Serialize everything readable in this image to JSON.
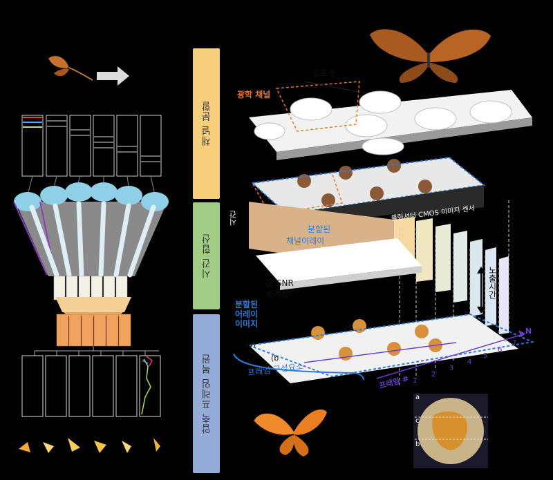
{
  "bands": {
    "channel_split": "채널 분할",
    "time_integration": "시간 합산",
    "compressed_frame_recovery": "압축 프레임 복원"
  },
  "labels": {
    "offset": "오프셋",
    "optical_channel": "광학 채널",
    "time_axis": "시간",
    "sensor": "롤링셔터 CMOS 이미지 센서",
    "divided_channel_array_1": "분할된",
    "divided_channel_array_2": "채널어레이",
    "low_snr_1": "은 SNR",
    "low_snr_2": "흐려짐)",
    "divided_array_image_1": "분할된",
    "divided_array_image_2": "어레이",
    "divided_array_image_3": "이미지",
    "exposure_time": "노출시간",
    "frame_component": "프레임 구성요소",
    "frame_count": "프레임 #",
    "axis_n": "N",
    "frame_numbers": [
      "1",
      "2",
      "3",
      "4",
      "5",
      "6",
      "7"
    ],
    "marker_a": "(a)",
    "marker_b": "(b",
    "inset_a": "a",
    "inset_c": "c",
    "inset_b": "b"
  },
  "colors": {
    "band_yellow": "#f7cf7a",
    "band_green": "#a2cd84",
    "band_blue": "#93acd8",
    "optical_orange": "#e6772e",
    "array_blue": "#2f7bd8",
    "axis_purple": "#6a3fd0"
  }
}
